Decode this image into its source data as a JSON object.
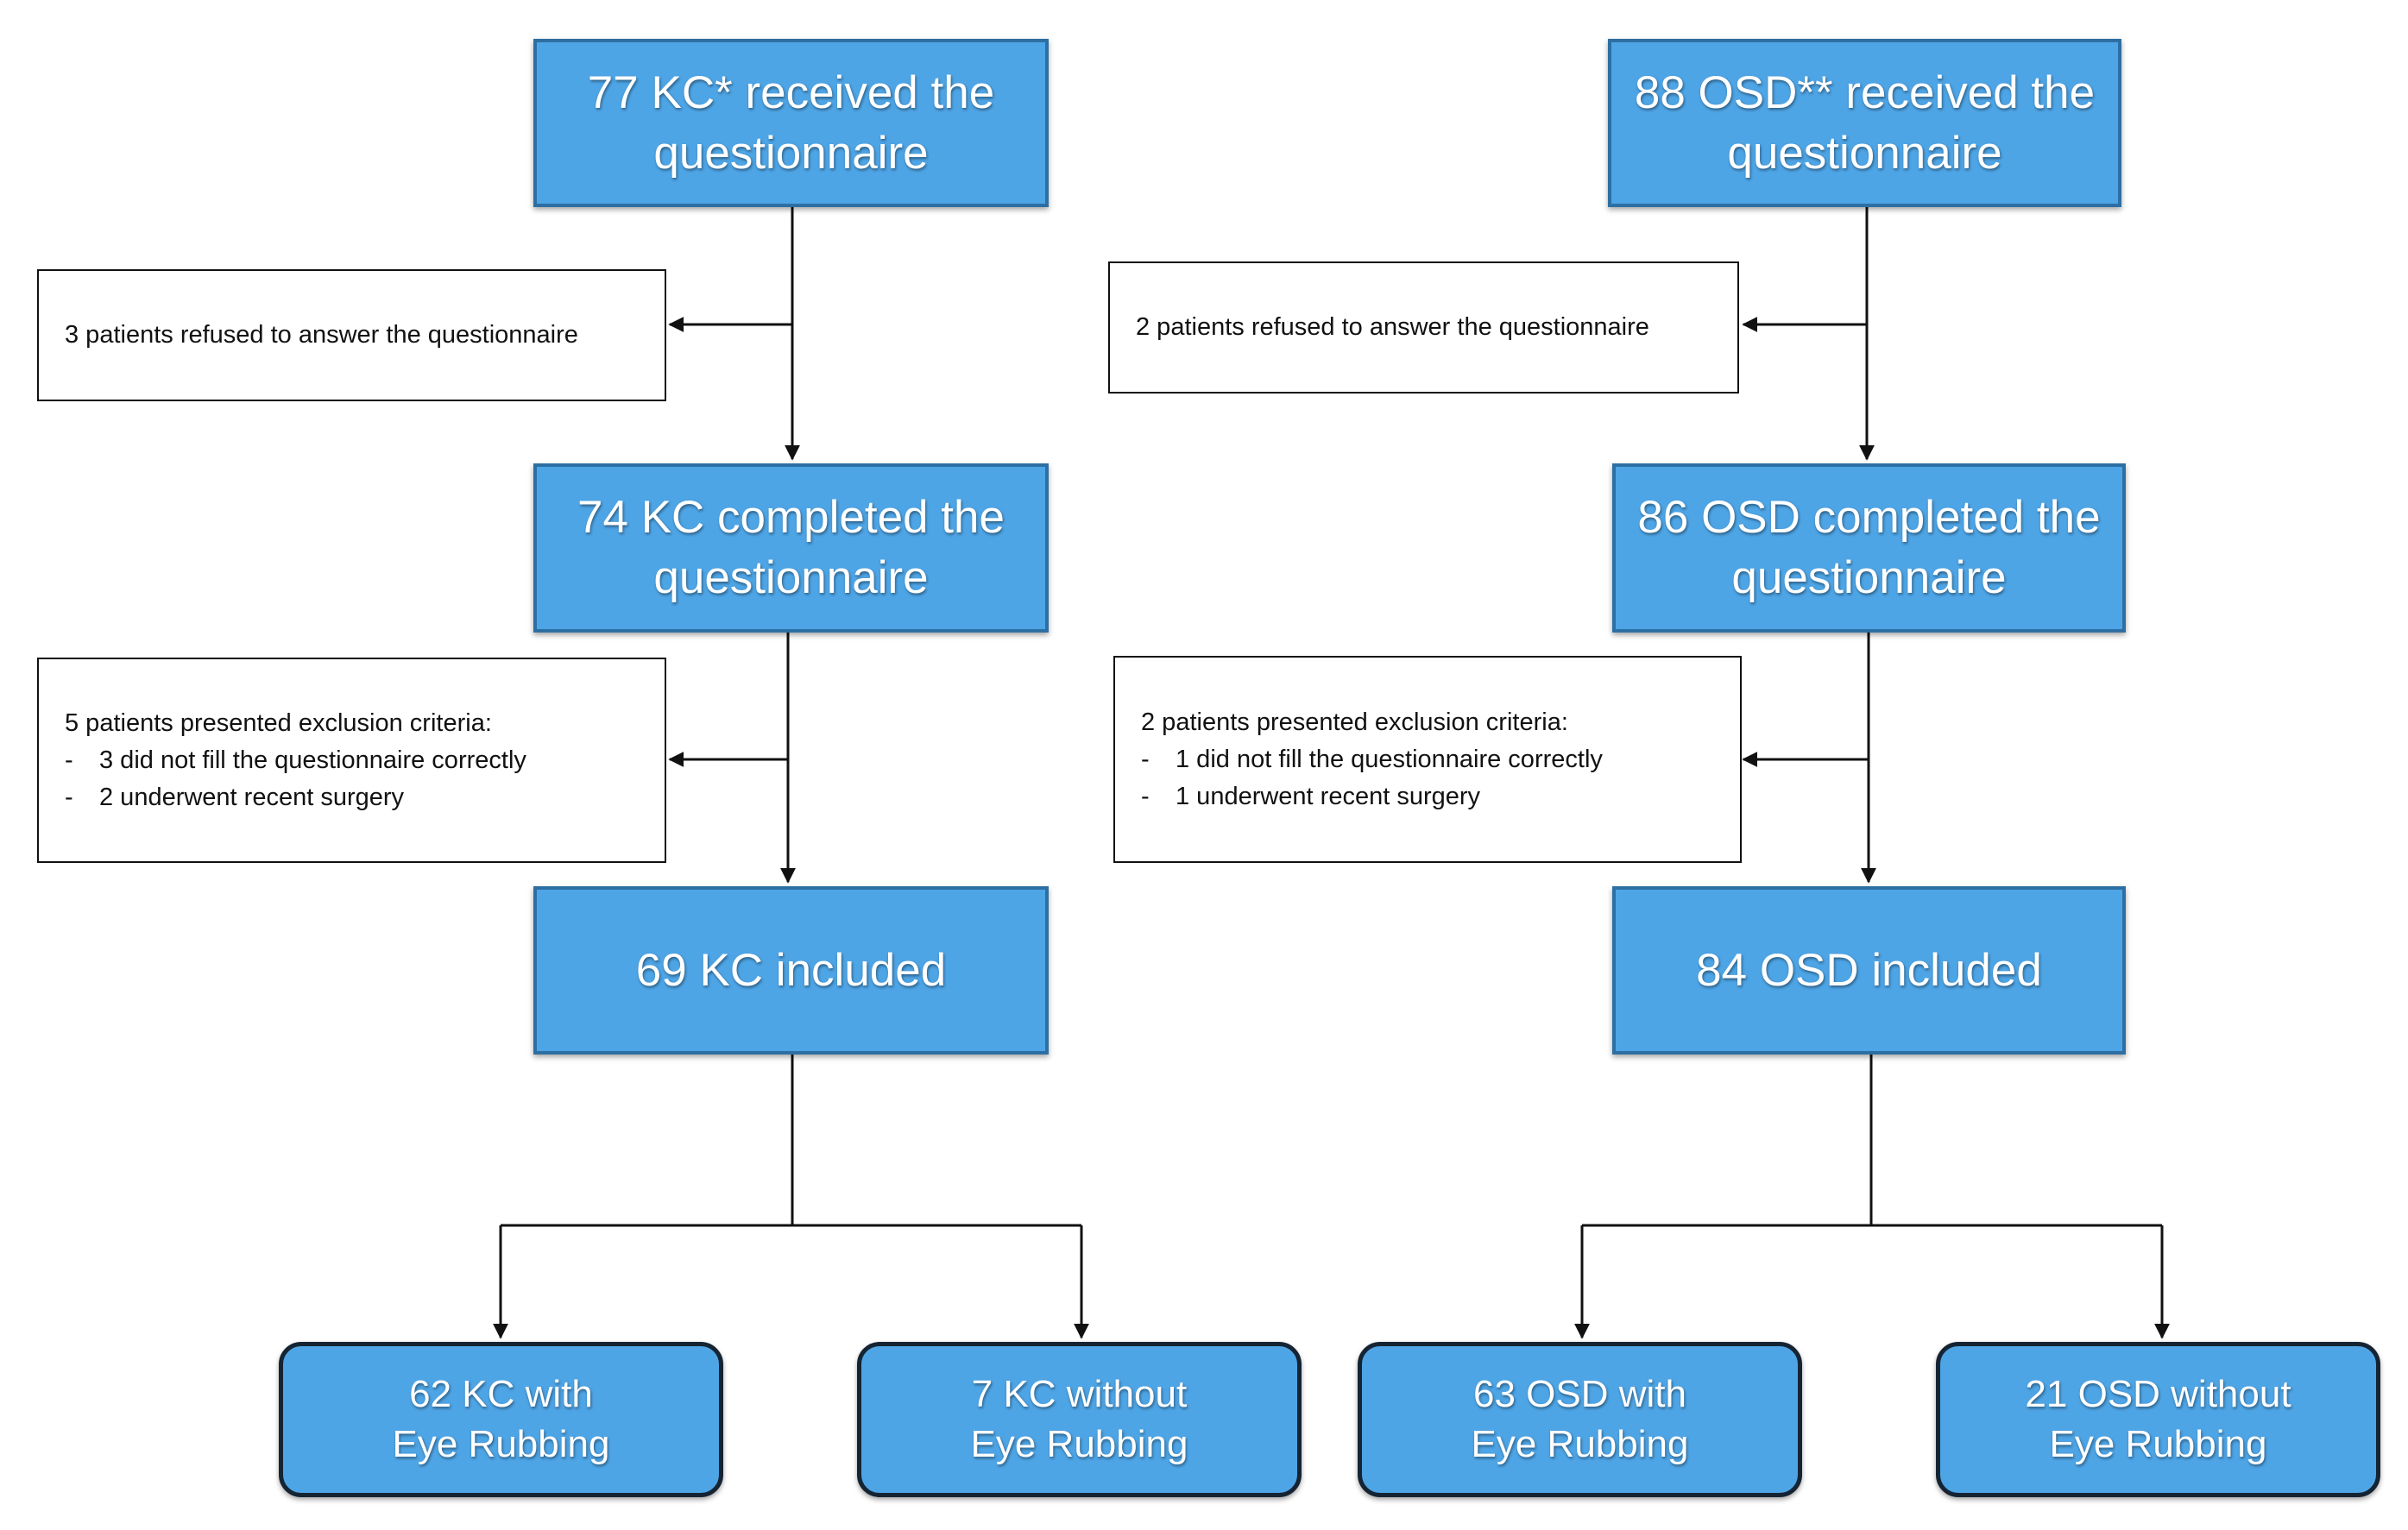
{
  "flowchart": {
    "kc": {
      "received": [
        "77 KC* received the",
        "questionnaire"
      ],
      "refused_note": "3 patients refused to answer the questionnaire",
      "completed": [
        "74 KC completed the",
        "questionnaire"
      ],
      "exclusion_note": {
        "header": "5 patients presented exclusion criteria:",
        "items": [
          {
            "dash": "-",
            "text": "3 did not fill the questionnaire correctly"
          },
          {
            "dash": "-",
            "text": "2 underwent recent surgery"
          }
        ]
      },
      "included": "69 KC included",
      "with_rubbing": [
        "62 KC with",
        "Eye Rubbing"
      ],
      "without_rubbing": [
        "7 KC without",
        "Eye Rubbing"
      ]
    },
    "osd": {
      "received": [
        "88 OSD** received the",
        "questionnaire"
      ],
      "refused_note": "2 patients refused to answer the questionnaire",
      "completed": [
        "86 OSD completed the",
        "questionnaire"
      ],
      "exclusion_note": {
        "header": "2 patients presented exclusion criteria:",
        "items": [
          {
            "dash": "-",
            "text": "1 did not fill the questionnaire correctly"
          },
          {
            "dash": "-",
            "text": "1 underwent recent surgery"
          }
        ]
      },
      "included": "84 OSD included",
      "with_rubbing": [
        "63 OSD with",
        "Eye Rubbing"
      ],
      "without_rubbing": [
        "21 OSD without",
        "Eye Rubbing"
      ]
    }
  },
  "colors": {
    "box_fill": "#4ea5e6",
    "box_border": "#2d6fa3",
    "outcome_border": "#152433",
    "line": "#111111"
  }
}
